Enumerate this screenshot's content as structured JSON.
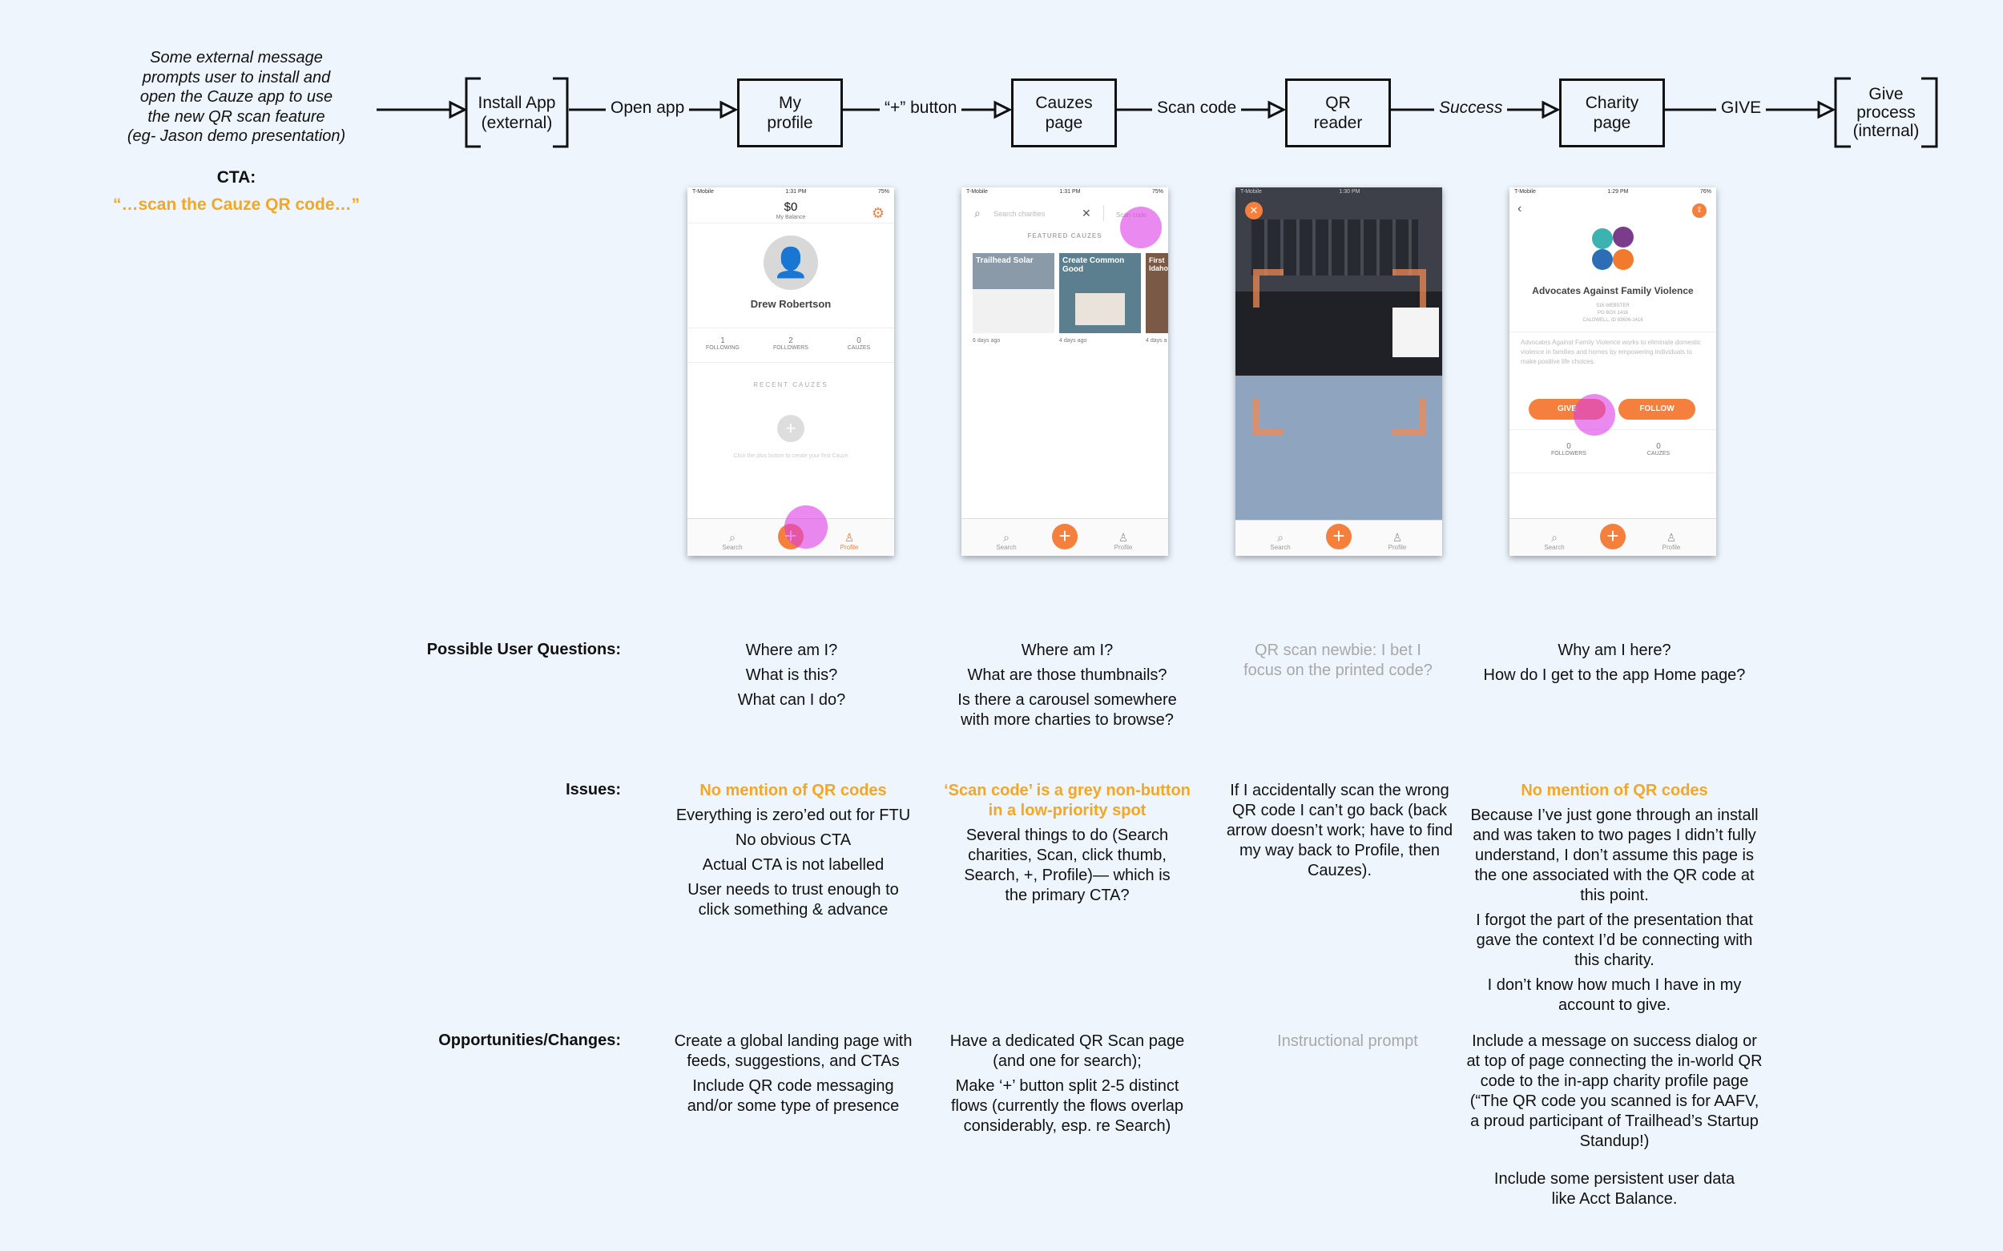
{
  "intro": {
    "lines": [
      "Some external message",
      "prompts user to install and",
      "open the Cauze app to use",
      "the new QR scan feature",
      "(eg- Jason demo presentation)"
    ],
    "cta_label": "CTA:",
    "cta_text": "“…scan the Cauze QR code…”"
  },
  "flow": {
    "nodes": [
      {
        "lines": [
          "Install App",
          "(external)"
        ],
        "shape": "bracket-box"
      },
      {
        "lines": [
          "My",
          "profile"
        ],
        "shape": "box"
      },
      {
        "lines": [
          "Cauzes",
          "page"
        ],
        "shape": "box"
      },
      {
        "lines": [
          "QR",
          "reader"
        ],
        "shape": "box"
      },
      {
        "lines": [
          "Charity",
          "page"
        ],
        "shape": "box"
      },
      {
        "lines": [
          "Give",
          "process",
          "(internal)"
        ],
        "shape": "bracket-box"
      }
    ],
    "edges": [
      "Open app",
      "“+” button",
      "Scan code",
      "Success",
      "GIVE"
    ]
  },
  "screens": {
    "profile": {
      "carrier": "T-Mobile",
      "time": "1:31 PM",
      "battery": "75%",
      "balance": "$0",
      "balance_label": "My Balance",
      "name": "Drew Robertson",
      "stats": [
        {
          "value": "1",
          "label": "FOLLOWING"
        },
        {
          "value": "2",
          "label": "FOLLOWERS"
        },
        {
          "value": "0",
          "label": "CAUZES"
        }
      ],
      "recent_label": "RECENT CAUZES",
      "hint": "Click the plus button to create your first Cauze"
    },
    "cauzes": {
      "carrier": "T-Mobile",
      "time": "1:31 PM",
      "battery": "75%",
      "search_placeholder": "Search charities",
      "scan_label": "Scan code",
      "featured_label": "FEATURED CAUZES",
      "cards": [
        {
          "title": "Trailhead Solar",
          "ago": "6 days ago"
        },
        {
          "title": "Create Common Good",
          "ago": "4 days ago"
        },
        {
          "title": "First Idaho",
          "ago": "4 days a"
        }
      ]
    },
    "qr": {
      "carrier": "T-Mobile",
      "time": "1:30 PM"
    },
    "charity": {
      "carrier": "T-Mobile",
      "time": "1:29 PM",
      "battery": "76%",
      "name": "Advocates Against Family Violence",
      "address": [
        "516 WEBSTER",
        "PO BOX 1416",
        "CALDWELL, ID 83606-1416"
      ],
      "description": "Advocates Against Family Violence works to eliminate domestic violence in families and homes by empowering individuals to make positive life choices.",
      "give": "GIVE",
      "follow": "FOLLOW",
      "stats": [
        {
          "value": "0",
          "label": "FOLLOWERS"
        },
        {
          "value": "0",
          "label": "CAUZES"
        }
      ]
    },
    "tabs": {
      "search": "Search",
      "profile": "Profile"
    }
  },
  "rows": {
    "questions": {
      "label": "Possible User Questions:",
      "cols": [
        [
          "Where am I?",
          "What is this?",
          "What can I do?"
        ],
        [
          "Where am I?",
          "What are those thumbnails?",
          "Is there a carousel somewhere with more charties to browse?"
        ],
        [
          "QR scan newbie: I bet I focus on the printed code?"
        ],
        [
          "Why am I here?",
          "How do I get to the app Home page?"
        ]
      ]
    },
    "issues": {
      "label": "Issues:",
      "cols": [
        {
          "headline": "No mention of QR codes",
          "paras": [
            "Everything is zero’ed out for FTU",
            "No obvious CTA",
            "Actual CTA is not labelled",
            "User needs to trust enough to click something & advance"
          ]
        },
        {
          "headline": "‘Scan code’ is a grey non-button in a low-priority spot",
          "paras": [
            "Several things to do (Search charities, Scan, click thumb, Search, +, Profile)— which is the primary CTA?"
          ]
        },
        {
          "headline": "",
          "paras": [
            "If I accidentally scan the wrong QR code I can’t go back (back arrow doesn’t work; have to find my way back to Profile, then Cauzes)."
          ]
        },
        {
          "headline": "No mention of QR codes",
          "paras": [
            "Because I’ve just gone through an install and was taken to two pages I didn’t fully understand, I don’t assume this page is the one associated with the QR code at this point.",
            "I forgot the part of the presentation that gave the context I’d be connecting with this charity.",
            "I don’t know how much I have in my account to give."
          ]
        }
      ]
    },
    "opportunities": {
      "label": "Opportunities/Changes:",
      "cols": [
        [
          "Create a global landing page with feeds, suggestions, and CTAs",
          "Include QR code messaging and/or some type of presence"
        ],
        [
          "Have a dedicated QR Scan page (and one for search);",
          "Make ‘+’ button split 2-5 distinct flows (currently the flows overlap considerably, esp. re Search)"
        ],
        [
          "Instructional prompt"
        ],
        [
          "Include a message on success dialog or at top of page connecting the in-world QR code to the in-app charity profile page (“The QR code you scanned is for AAFV, a proud participant of Trailhead’s Startup Standup!)",
          "Include some persistent user data like Acct Balance."
        ]
      ]
    }
  },
  "colors": {
    "accent": "#f5a623",
    "app_orange": "#f5803e",
    "tap": "#dc3ce6",
    "muted": "#a8a8a8",
    "background": "#eef5fd"
  }
}
